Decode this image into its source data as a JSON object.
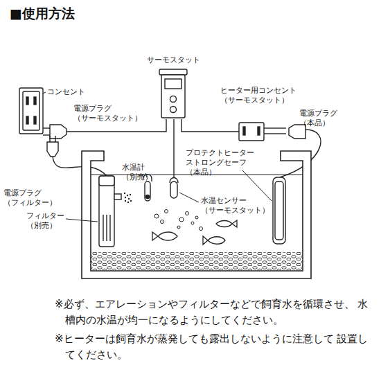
{
  "diagram": {
    "title": "■使用方法",
    "labels": [
      "サーモスタット",
      "コンセント",
      "電源プラグ （サーモスタット）",
      "ヒーター用コンセント （サーモスタット）",
      "電源プラグ（本品）",
      "電源プラグ （フィルター）",
      "水温計（別売）",
      "プロテクトヒーター ストロングセーフ（本品）",
      "水温センサー （サーモスタット）",
      "フィルター （別売）",
      "※必ず、エアレーションやフィルターなどで飼育水を循環させ、 水槽内の水温が均一になるようにしてください。",
      "※ヒーターは飼育水が蒸発しても露出しないように注意して 設置してください。"
    ]
  }
}
